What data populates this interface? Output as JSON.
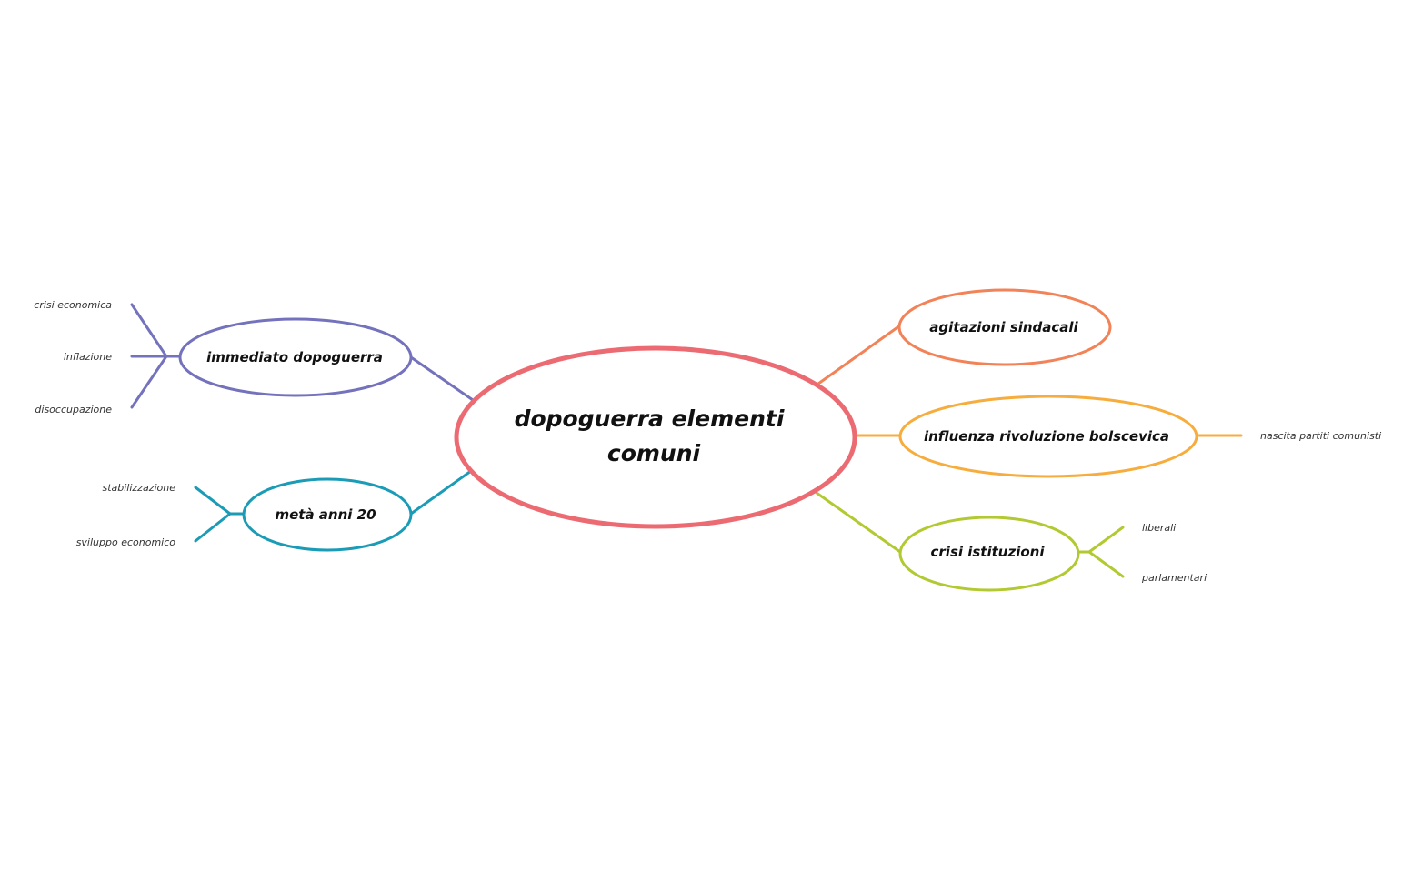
{
  "central": {
    "line1": "dopoguerra elementi",
    "line2": "comuni",
    "color": "#ec6b72"
  },
  "branches": [
    {
      "label": "immediato dopoguerra",
      "color": "#7472bd",
      "leaves": [
        "crisi economica",
        "inflazione",
        "disoccupazione"
      ]
    },
    {
      "label": "metà anni 20",
      "color": "#1b9bb6",
      "leaves": [
        "stabilizzazione",
        "sviluppo economico"
      ]
    },
    {
      "label": "agitazioni sindacali",
      "color": "#f28257",
      "leaves": []
    },
    {
      "label": "influenza rivoluzione bolscevica",
      "color": "#f7ad3d",
      "leaves": [
        "nascita partiti comunisti"
      ]
    },
    {
      "label": "crisi istituzioni",
      "color": "#b3c932",
      "leaves": [
        "liberali",
        "parlamentari"
      ]
    }
  ]
}
